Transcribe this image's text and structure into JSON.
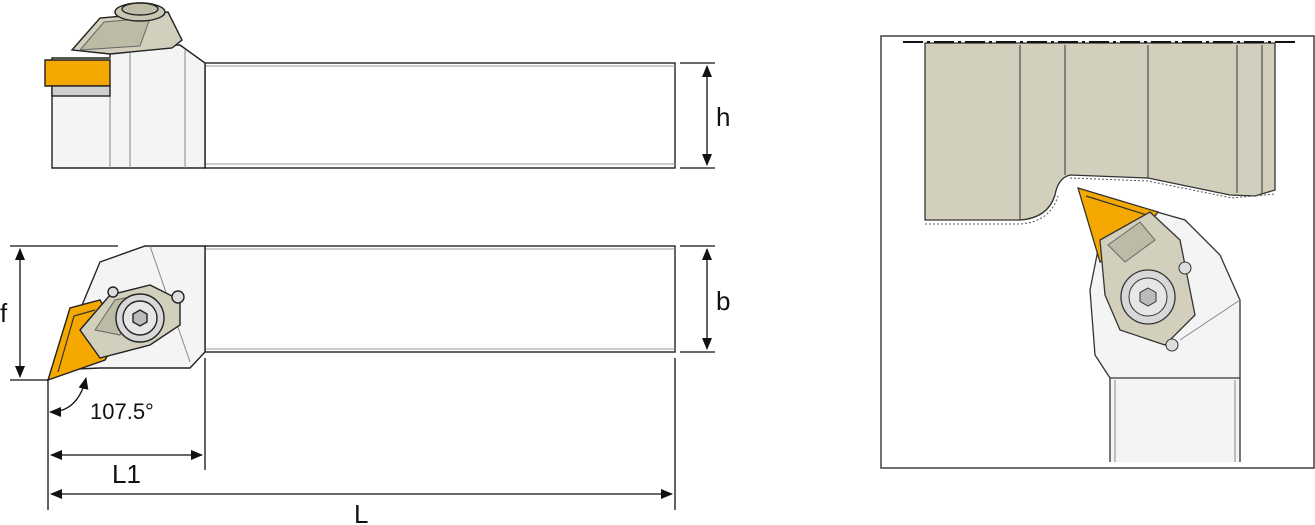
{
  "labels": {
    "h": "h",
    "b": "b",
    "f": "f",
    "L1": "L1",
    "L": "L",
    "angle": "107.5°"
  },
  "colors": {
    "insert": "#f5a800",
    "body_gray": "#d2d0bd",
    "steel": "#d8d8d8",
    "outline": "#222222"
  },
  "icons": {
    "clamp_screw": "hex-socket-screw-icon",
    "insert": "rhombic-insert-icon"
  }
}
